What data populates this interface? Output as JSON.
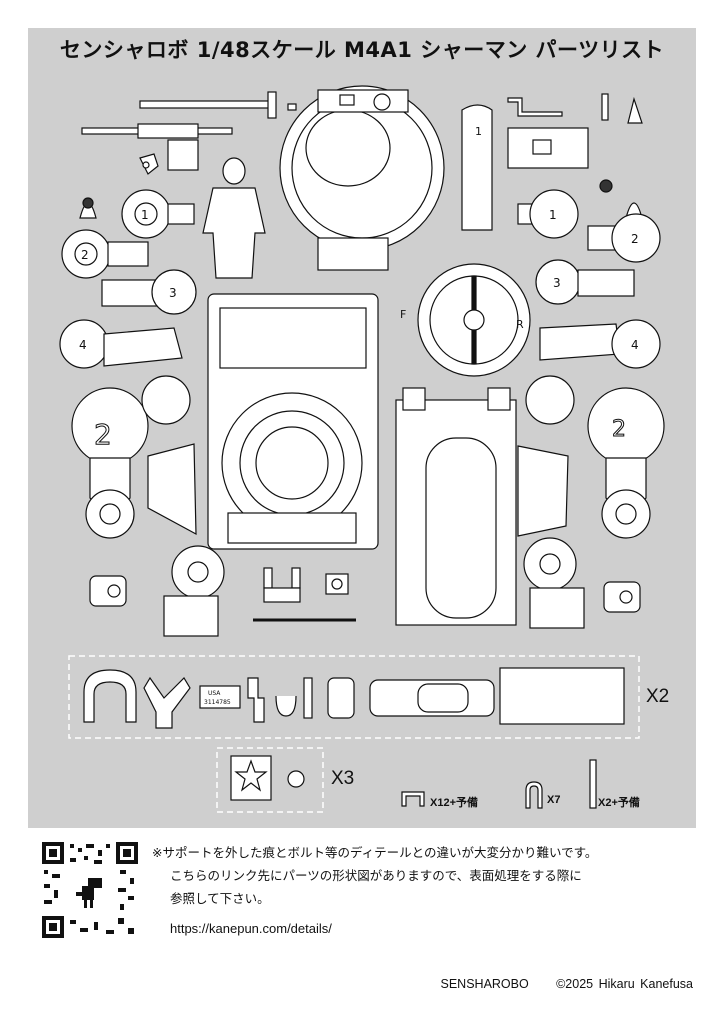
{
  "title": "センシャロボ 1/48スケール M4A1 シャーマン パーツリスト",
  "colors": {
    "sheet_bg": "#cfcfcf",
    "part_fill": "#ffffff",
    "line": "#111111"
  },
  "multipliers": {
    "sprue_x2": "X2",
    "star_x3": "X3",
    "u_small_label": "X12+予備",
    "u_tall_label": "X7",
    "pin_label": "X2+予備"
  },
  "part_labels": {
    "plate_text_1": "USA",
    "plate_text_2": "3114785",
    "turret_f": "F",
    "turret_r": "R"
  },
  "note": {
    "line1": "※サポートを外した痕とボルト等のディテールとの違いが大変分かり難いです。",
    "line2": "こちらのリンク先にパーツの形状図がありますので、表面処理をする際に",
    "line3": "参照して下さい。"
  },
  "url": "https://kanepun.com/details/",
  "footer": {
    "brand": "SENSHAROBO",
    "copyright": "©2025 Hikaru Kanefusa"
  },
  "icons": [
    "qr-code-icon",
    "dinosaur-icon",
    "star-icon"
  ]
}
